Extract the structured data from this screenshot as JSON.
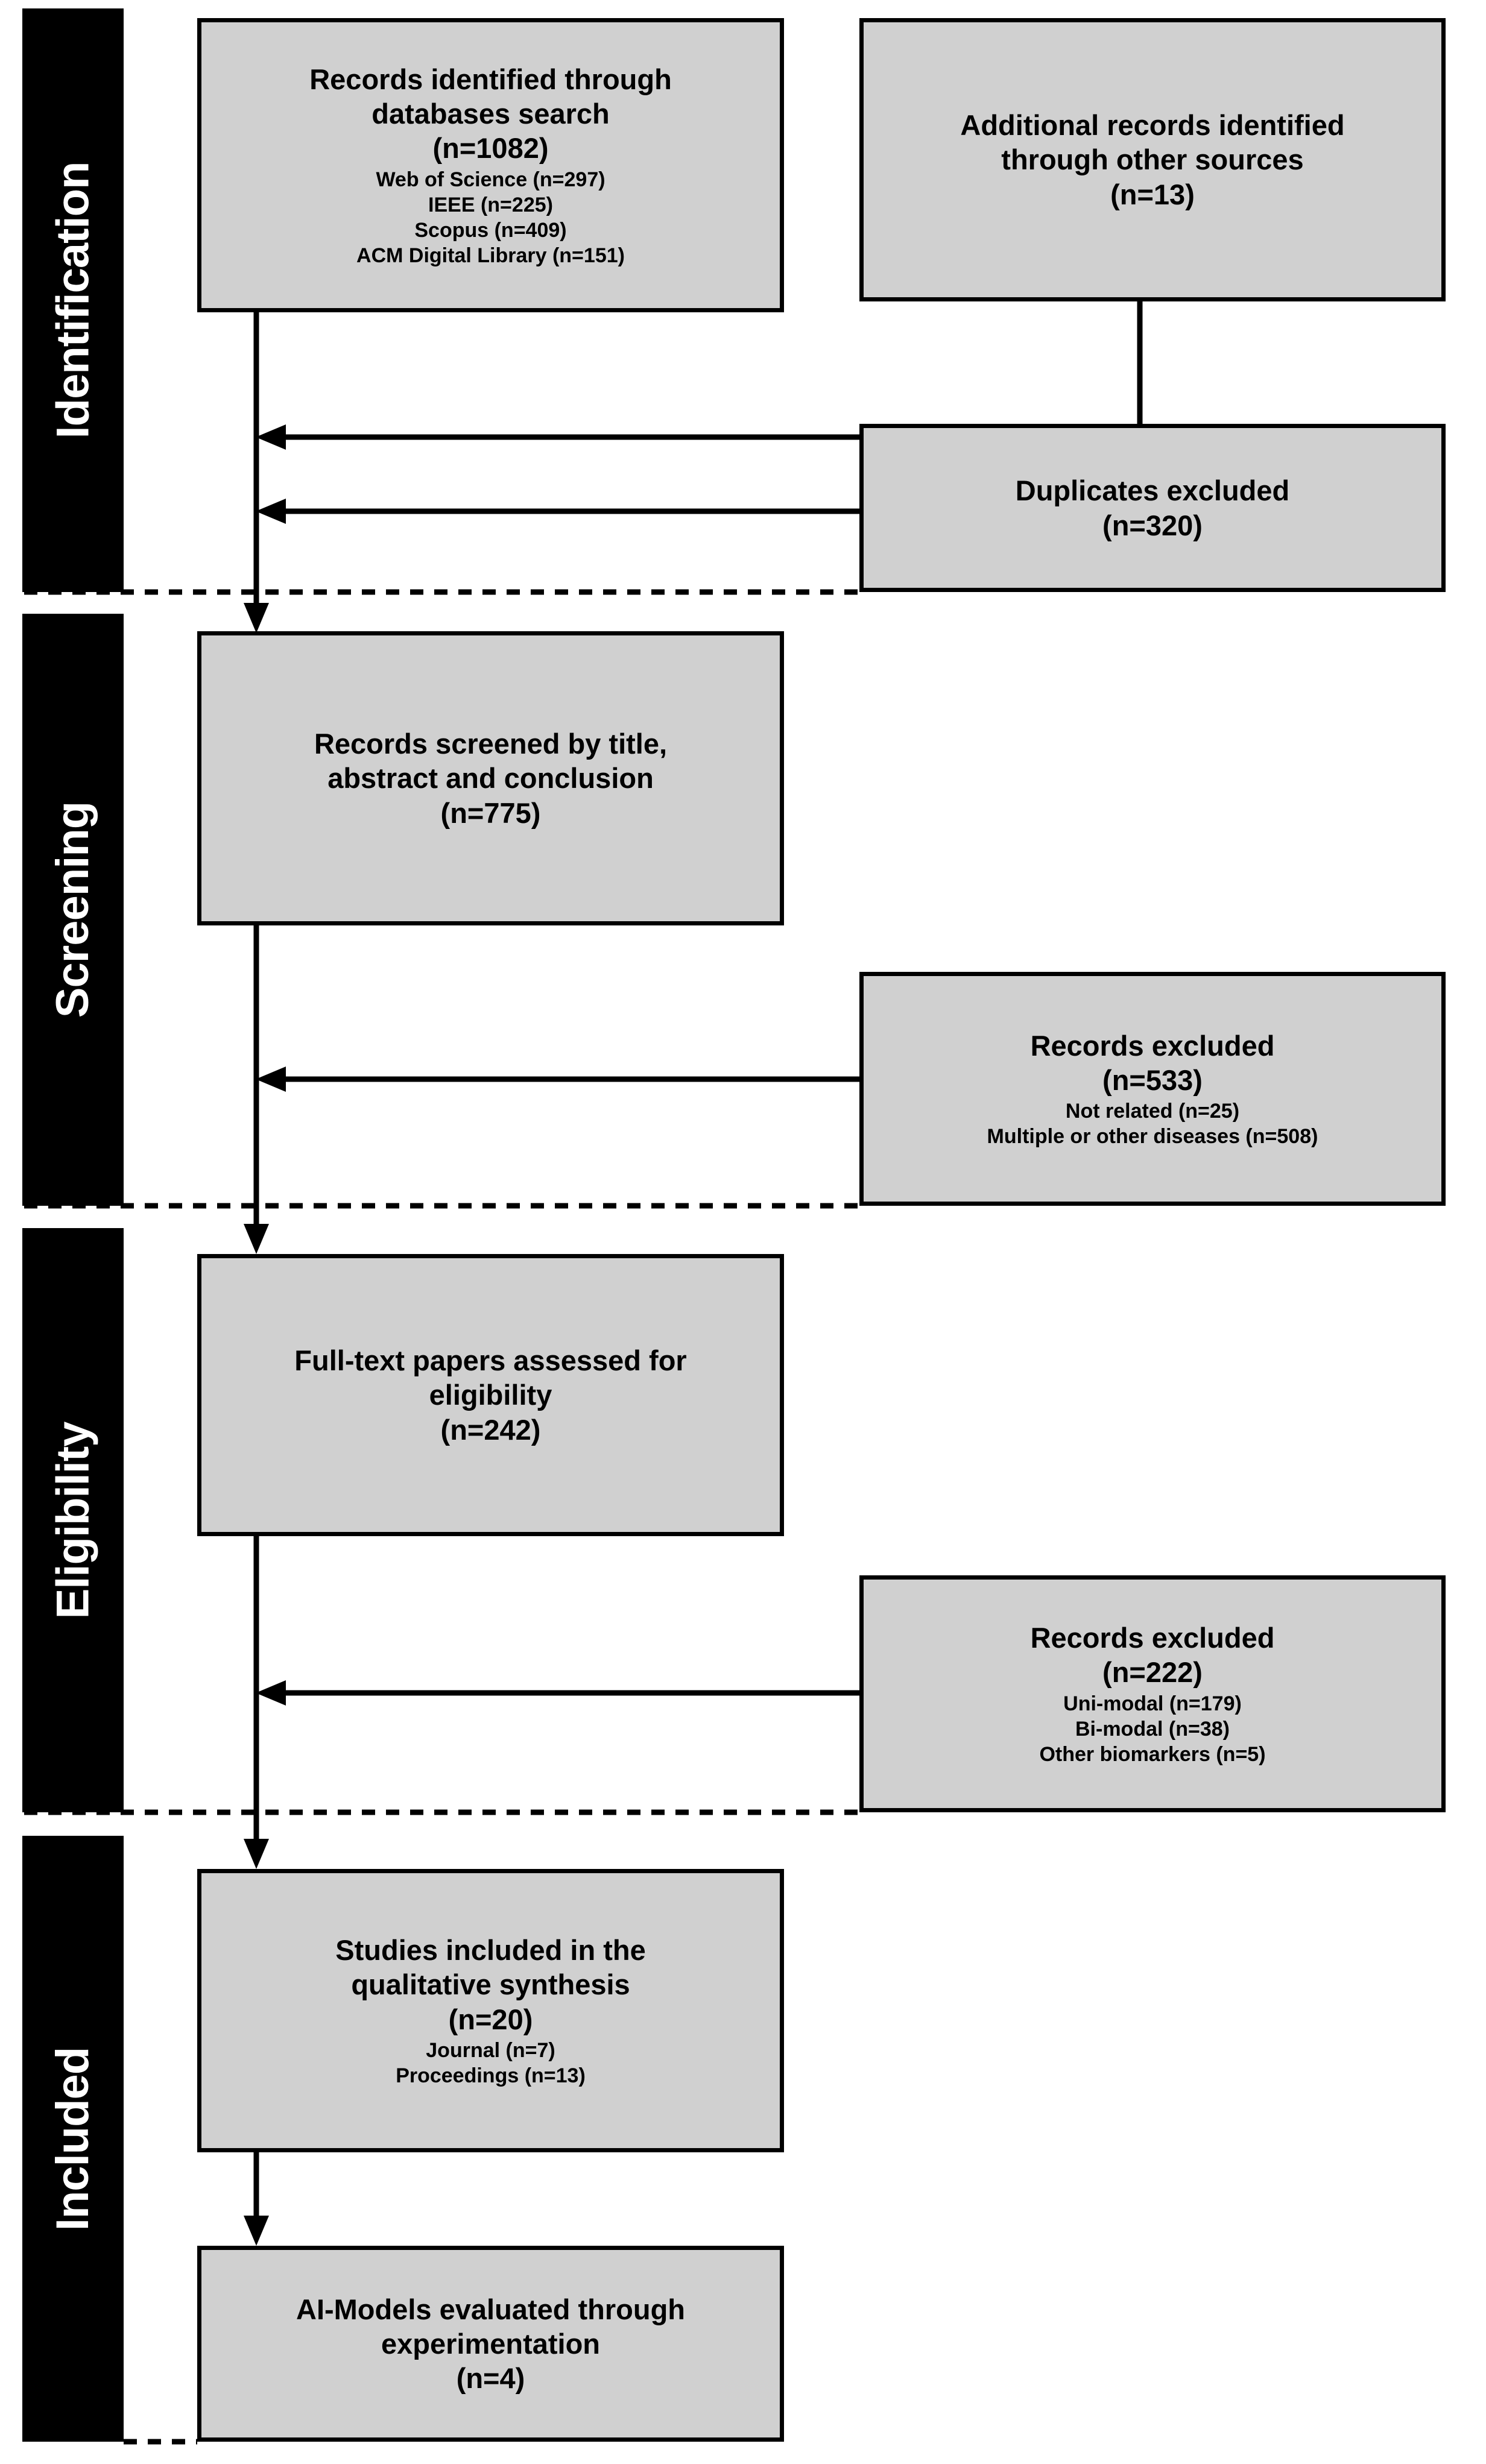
{
  "diagram": {
    "type": "prisma-flow-diagram",
    "colors": {
      "box_fill": "#d0d0d0",
      "box_border": "#000000",
      "stage_bar_fill": "#000000",
      "stage_bar_text": "#ffffff",
      "connector": "#000000",
      "background": "#ffffff"
    }
  },
  "stages": [
    {
      "id": "identification",
      "label": "Identification"
    },
    {
      "id": "screening",
      "label": "Screening"
    },
    {
      "id": "eligibility",
      "label": "Eligibility"
    },
    {
      "id": "included",
      "label": "Included"
    }
  ],
  "nodes": {
    "records_identified": {
      "title": "Records identified through\ndatabases search\n(n=1082)",
      "details": "Web of Science (n=297)\nIEEE (n=225)\nScopus (n=409)\nACM Digital Library (n=151)"
    },
    "additional_records": {
      "title": "Additional records identified\nthrough other sources\n(n=13)",
      "details": ""
    },
    "duplicates_excluded": {
      "title": "Duplicates excluded\n(n=320)",
      "details": ""
    },
    "records_screened": {
      "title": "Records screened by title,\nabstract and conclusion\n(n=775)",
      "details": ""
    },
    "records_excluded_screening": {
      "title": "Records excluded\n(n=533)",
      "details": "Not related (n=25)\nMultiple or other diseases (n=508)"
    },
    "fulltext_assessed": {
      "title": "Full-text papers assessed for\neligibility\n(n=242)",
      "details": ""
    },
    "records_excluded_eligibility": {
      "title": "Records excluded\n(n=222)",
      "details": "Uni-modal (n=179)\nBi-modal (n=38)\nOther biomarkers (n=5)"
    },
    "studies_included": {
      "title": "Studies included in the\nqualitative synthesis\n(n=20)",
      "details": "Journal (n=7)\nProceedings (n=13)"
    },
    "models_evaluated": {
      "title": "AI-Models evaluated through\nexperimentation\n(n=4)",
      "details": ""
    }
  },
  "counts": {
    "records_identified_total": 1082,
    "web_of_science": 297,
    "ieee": 225,
    "scopus": 409,
    "acm_digital_library": 151,
    "additional_records": 13,
    "duplicates_excluded": 320,
    "records_screened": 775,
    "records_excluded_screening": 533,
    "not_related": 25,
    "multiple_or_other_diseases": 508,
    "fulltext_assessed": 242,
    "records_excluded_eligibility": 222,
    "uni_modal": 179,
    "bi_modal": 38,
    "other_biomarkers": 5,
    "studies_included": 20,
    "journal": 7,
    "proceedings": 13,
    "models_evaluated": 4
  }
}
